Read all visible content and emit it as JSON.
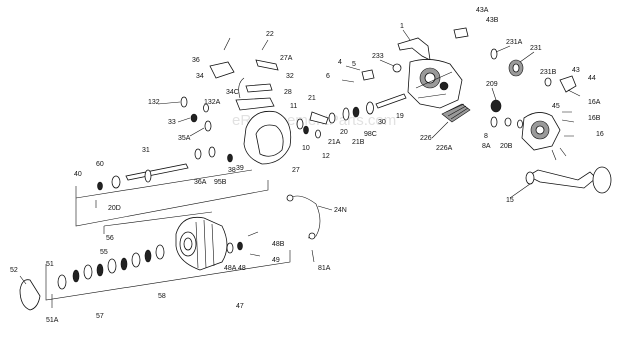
{
  "watermark": "eReplacementParts.com",
  "callouts": [
    "1",
    "43A",
    "43B",
    "233",
    "231A",
    "231",
    "231B",
    "43",
    "44",
    "4",
    "6",
    "5",
    "45",
    "16A",
    "16B",
    "16",
    "209",
    "8",
    "8A",
    "20B",
    "226",
    "226A",
    "31",
    "22",
    "27A",
    "36",
    "34",
    "34C",
    "32",
    "28",
    "132",
    "132A",
    "33",
    "35A",
    "11",
    "21",
    "20",
    "21B",
    "98C",
    "30",
    "19",
    "10",
    "12",
    "21A",
    "27",
    "39",
    "60",
    "40",
    "20D",
    "36A",
    "95B",
    "38",
    "24N",
    "56",
    "55",
    "48B",
    "48",
    "49",
    "48A",
    "81A",
    "52",
    "51",
    "51A",
    "57",
    "58",
    "47",
    "15"
  ]
}
